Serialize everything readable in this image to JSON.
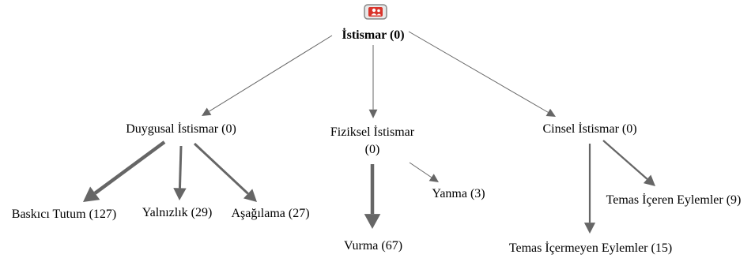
{
  "diagram": {
    "root_icon": "user-group-icon",
    "colors": {
      "edge": "#666666",
      "icon_border": "#888888",
      "icon_fill": "#e8e8e8",
      "icon_accent": "#d9342b"
    },
    "nodes": {
      "root": "İstismar (0)",
      "emotional": "Duygusal İstismar (0)",
      "physical_line1": "Fiziksel İstismar",
      "physical_line2": "(0)",
      "sexual": "Cinsel İstismar (0)",
      "oppressive": "Baskıcı Tutum (127)",
      "loneliness": "Yalnızlık (29)",
      "humiliation": "Aşağılama (27)",
      "hitting": "Vurma (67)",
      "burning": "Yanma (3)",
      "contact_acts": "Temas İçeren Eylemler (9)",
      "noncontact_acts": "Temas İçermeyen Eylemler (15)"
    },
    "edges": [
      {
        "from": "root",
        "to": "emotional",
        "count": 0
      },
      {
        "from": "root",
        "to": "physical",
        "count": 0
      },
      {
        "from": "root",
        "to": "sexual",
        "count": 0
      },
      {
        "from": "emotional",
        "to": "oppressive",
        "count": 127
      },
      {
        "from": "emotional",
        "to": "loneliness",
        "count": 29
      },
      {
        "from": "emotional",
        "to": "humiliation",
        "count": 27
      },
      {
        "from": "physical",
        "to": "hitting",
        "count": 67
      },
      {
        "from": "physical",
        "to": "burning",
        "count": 3
      },
      {
        "from": "sexual",
        "to": "contact_acts",
        "count": 9
      },
      {
        "from": "sexual",
        "to": "noncontact_acts",
        "count": 15
      }
    ]
  }
}
